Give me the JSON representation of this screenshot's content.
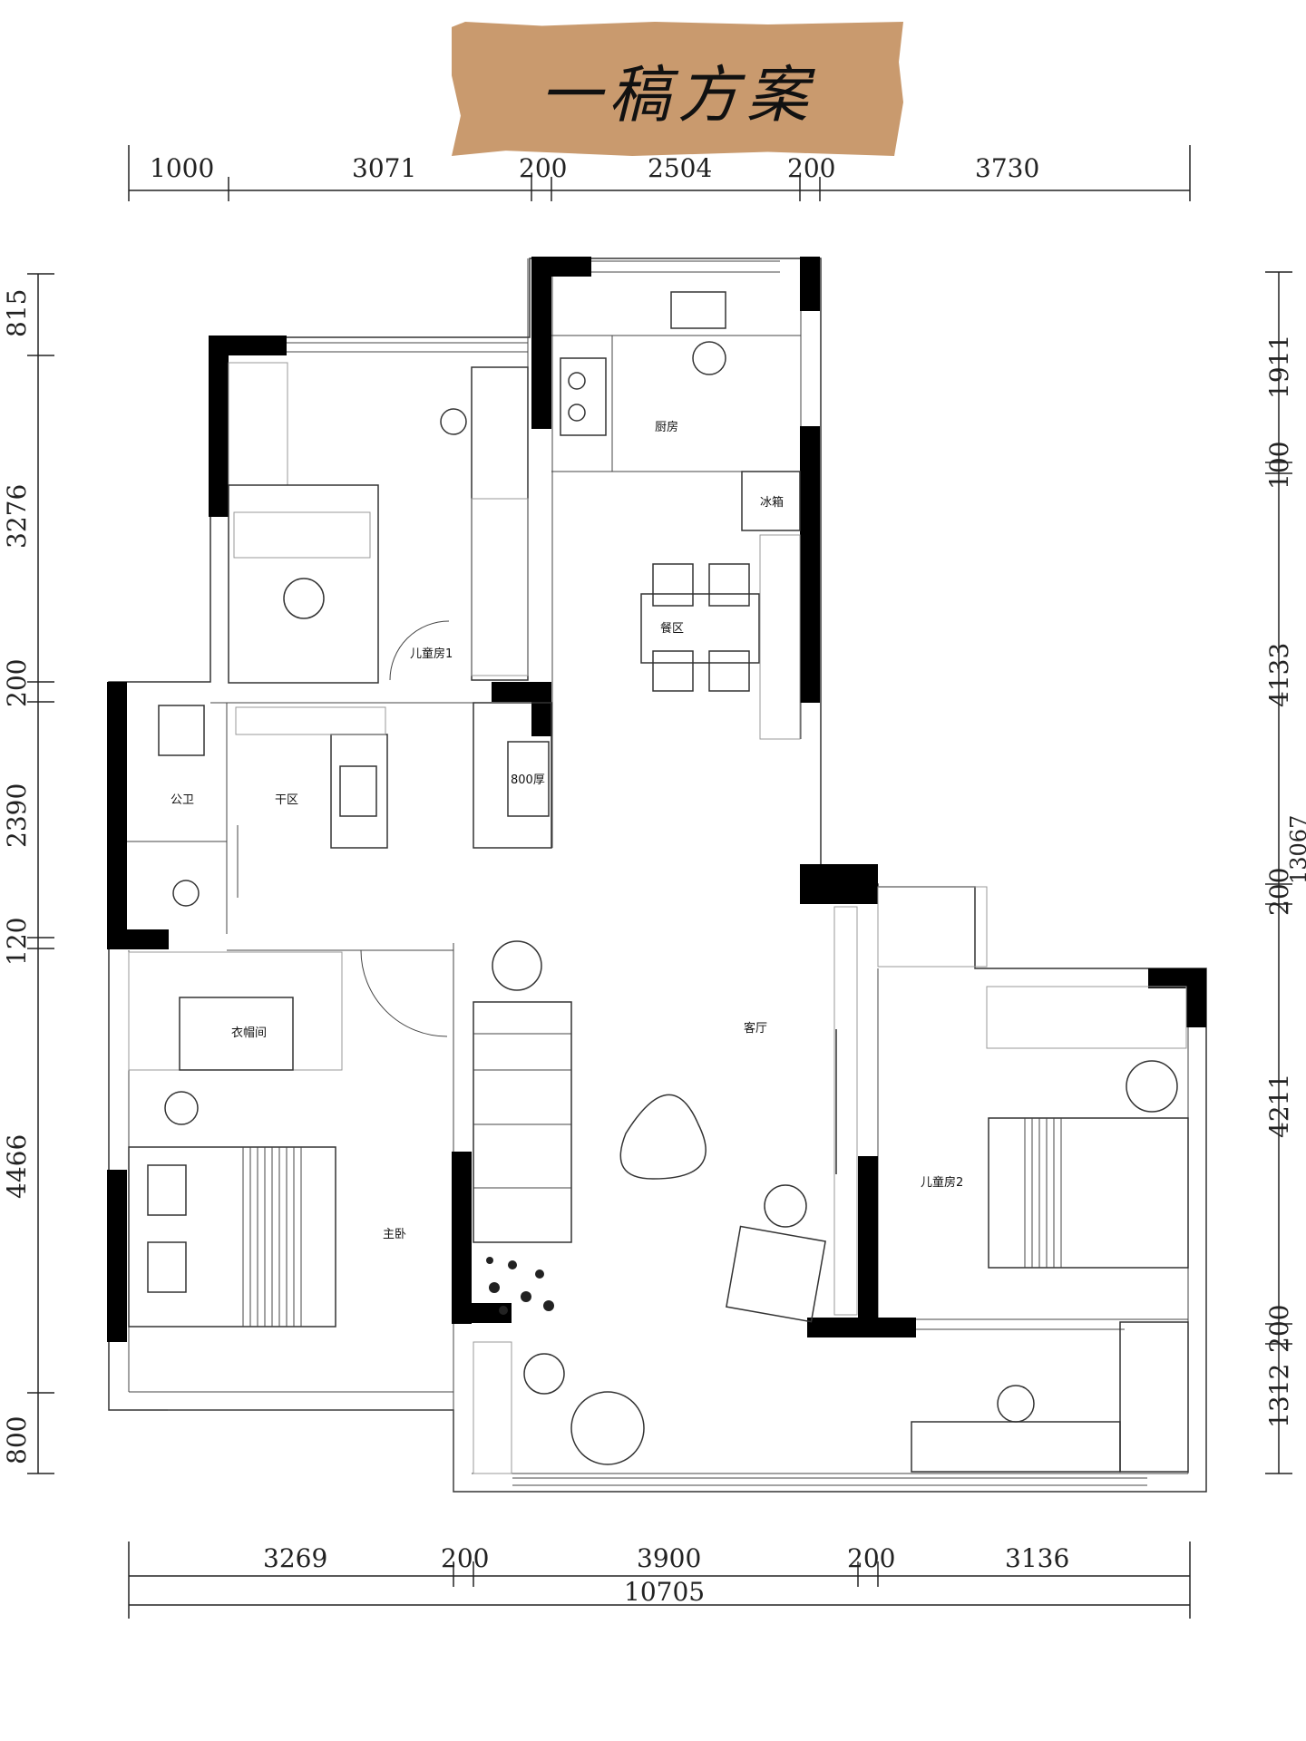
{
  "title": "一稿方案",
  "dims": {
    "top": [
      "1000",
      "3071",
      "200",
      "2504",
      "200",
      "3730"
    ],
    "bottom": [
      "3269",
      "200",
      "3900",
      "200",
      "3136"
    ],
    "bottom_total": "10705",
    "left": [
      "815",
      "3276",
      "200",
      "2390",
      "120",
      "4466",
      "800"
    ],
    "right": [
      "1911",
      "100",
      "4133",
      "200",
      "4211",
      "200",
      "1312"
    ],
    "right_total": "13067"
  },
  "rooms": {
    "kitchen": "厨房",
    "fridge": "冰箱",
    "dining": "餐区",
    "kids_room_1": "儿童房1",
    "wardrobe_800": "800厚",
    "public_bath": "公卫",
    "dry_zone": "干区",
    "cloakroom": "衣帽间",
    "master": "主卧",
    "living": "客厅",
    "kids_room_2": "儿童房2"
  }
}
